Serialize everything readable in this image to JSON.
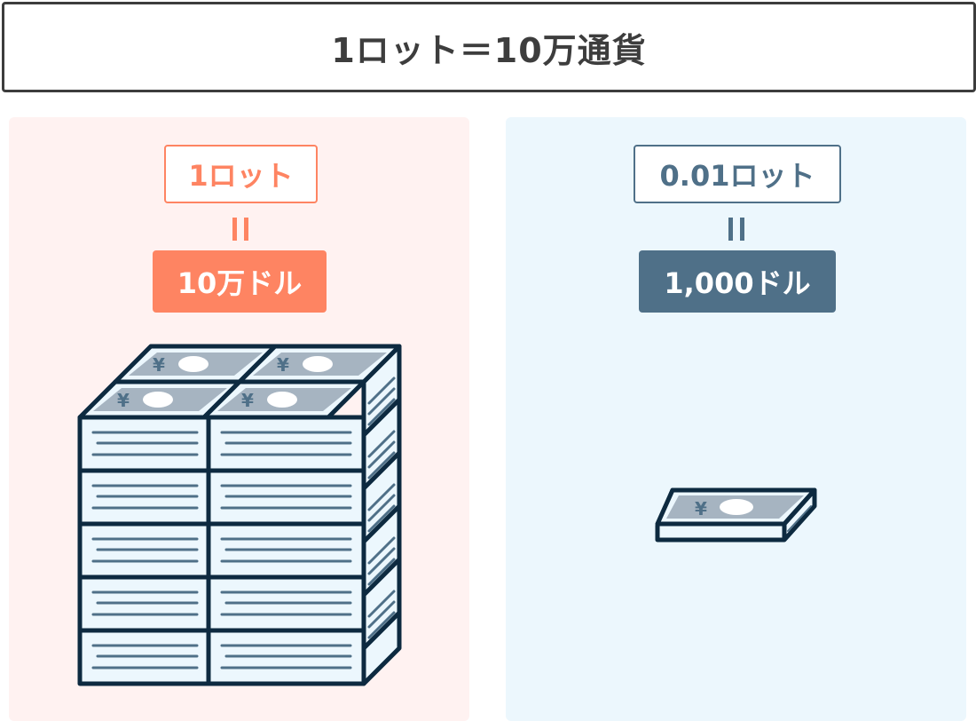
{
  "title": "1ロット＝10万通貨",
  "left": {
    "lot_label": "1ロット",
    "equals": "＝",
    "amount_label": "10万ドル",
    "accent": "#fe8462",
    "illustration": "large-stack-of-banknote-bundles-icon"
  },
  "right": {
    "lot_label": "0.01ロット",
    "equals": "＝",
    "amount_label": "1,000ドル",
    "accent": "#4f7088",
    "illustration": "single-banknote-bundle-icon"
  },
  "colors": {
    "title_border": "#3d3d3d",
    "left_panel_bg": "#fff2f1",
    "right_panel_bg": "#ecf7fd",
    "outline": "#0d2a40",
    "note_face": "#a6b4c1"
  }
}
